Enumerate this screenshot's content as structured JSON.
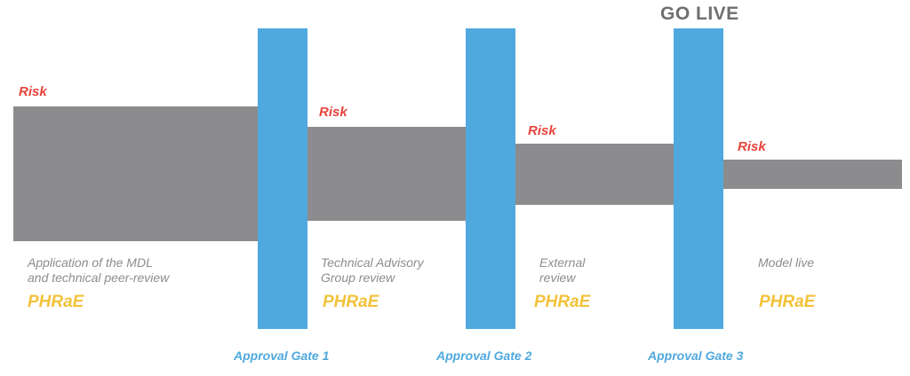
{
  "colors": {
    "band": "#8c8c8e",
    "gate": "#4fa9de",
    "risk": "#e5453c",
    "brand": "#f2c23a",
    "description": "#8d8d8f",
    "go_live": "#6f6f71"
  },
  "go_live": "GO LIVE",
  "stages": [
    {
      "risk": "Risk",
      "desc_line1": "Application of the MDL",
      "desc_line2": "and technical peer-review",
      "brand": "PHRaE"
    },
    {
      "risk": "Risk",
      "desc_line1": "Technical Advisory",
      "desc_line2": "Group review",
      "brand": "PHRaE"
    },
    {
      "risk": "Risk",
      "desc_line1": "External",
      "desc_line2": "review",
      "brand": "PHRaE"
    },
    {
      "risk": "Risk",
      "desc_line1": "Model live",
      "desc_line2": "",
      "brand": "PHRaE"
    }
  ],
  "gates": [
    {
      "label": "Approval Gate 1"
    },
    {
      "label": "Approval Gate 2"
    },
    {
      "label": "Approval Gate 3"
    }
  ]
}
